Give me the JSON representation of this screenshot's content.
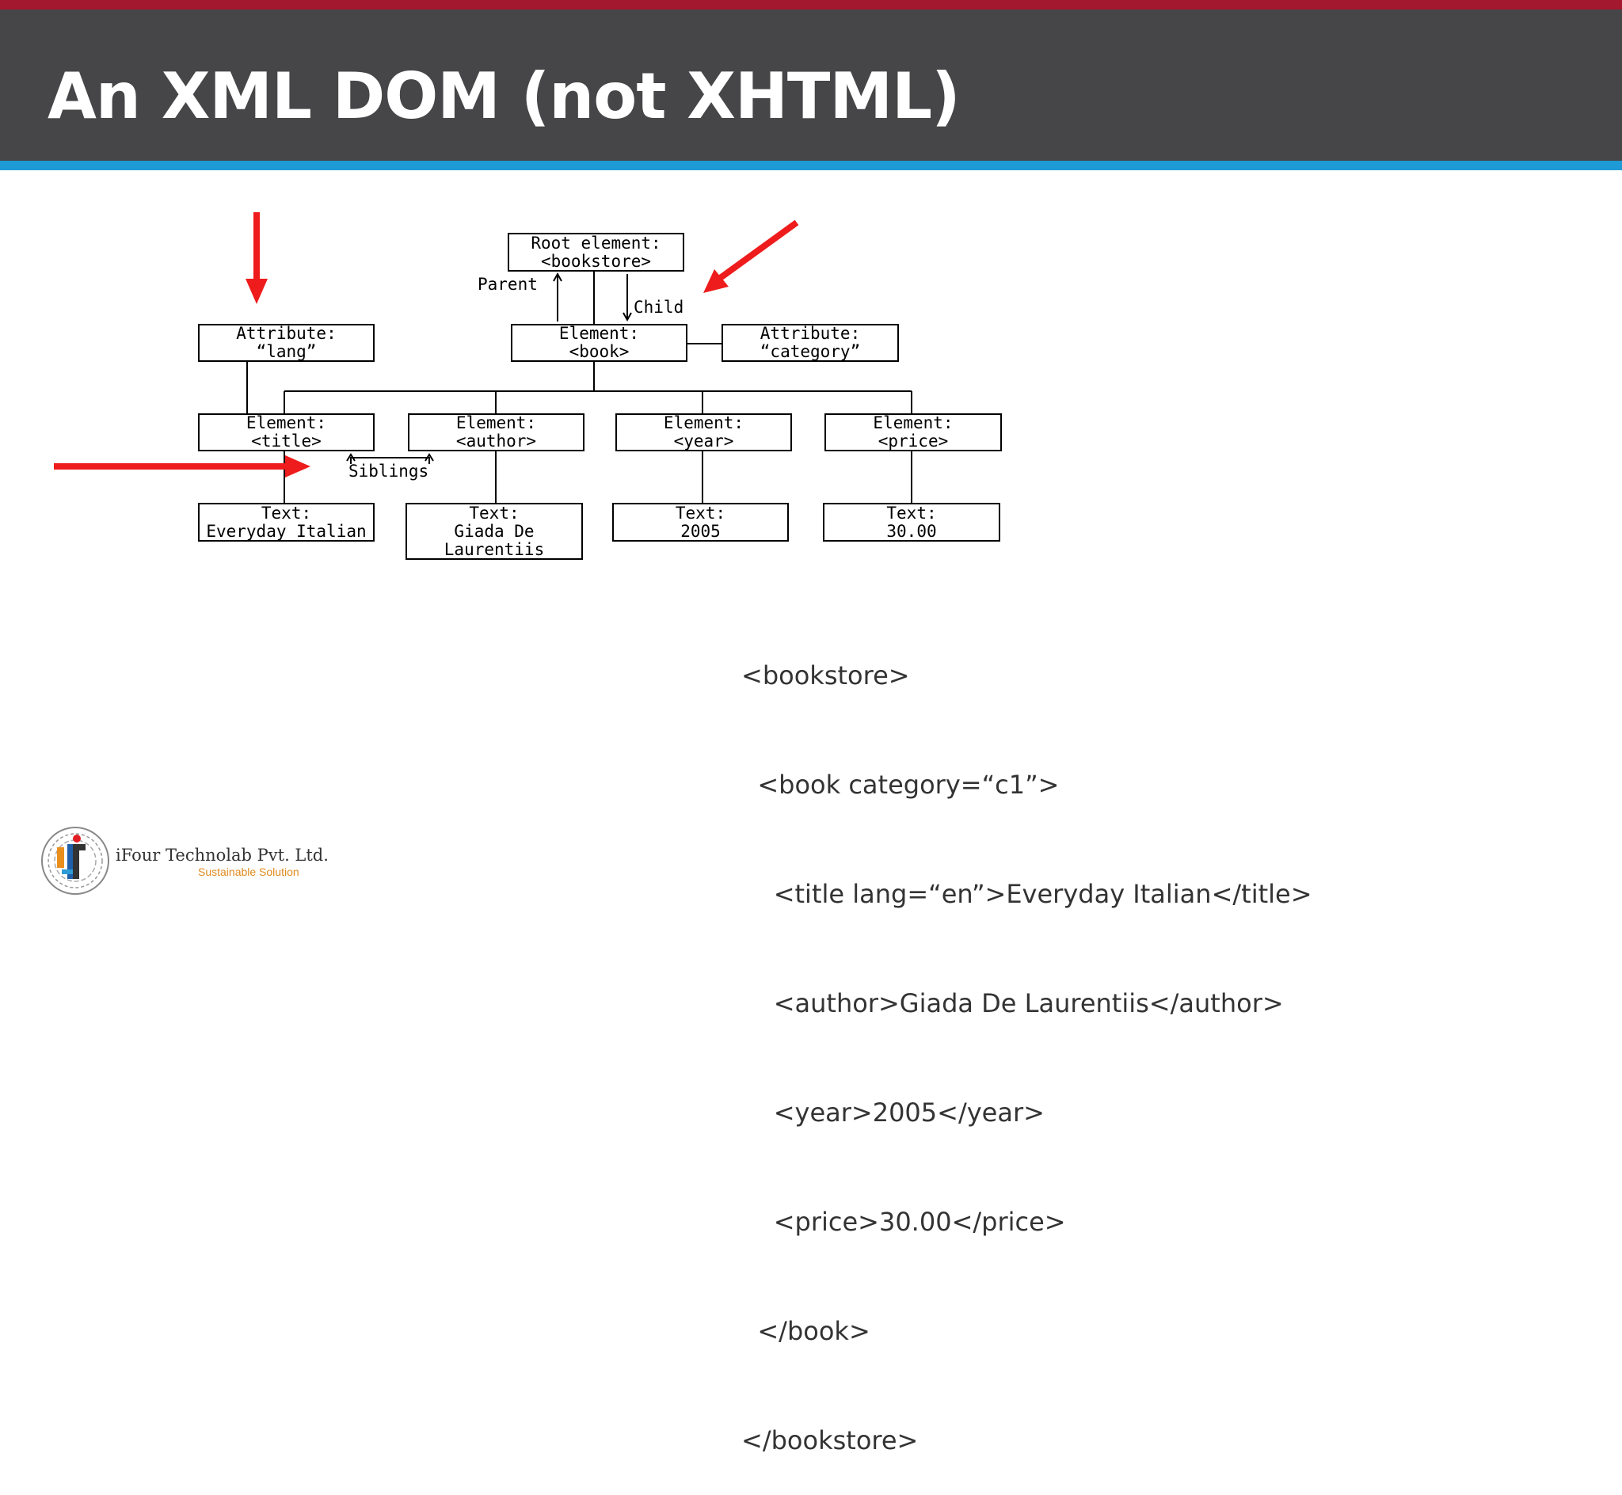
{
  "slide": {
    "title": "An XML DOM (not XHTML)"
  },
  "diagram": {
    "root": {
      "line1": "Root element:",
      "line2": "<bookstore>"
    },
    "book": {
      "line1": "Element:",
      "line2": "<book>"
    },
    "attr_category": {
      "line1": "Attribute:",
      "line2": "“category”"
    },
    "attr_lang": {
      "line1": "Attribute:",
      "line2": "“lang”"
    },
    "title_el": {
      "line1": "Element:",
      "line2": "<title>"
    },
    "author_el": {
      "line1": "Element:",
      "line2": "<author>"
    },
    "year_el": {
      "line1": "Element:",
      "line2": "<year>"
    },
    "price_el": {
      "line1": "Element:",
      "line2": "<price>"
    },
    "text_title": {
      "line1": "Text:",
      "line2": "Everyday Italian"
    },
    "text_author": {
      "line1": "Text:",
      "line2": "Giada De",
      "line3": "Laurentiis"
    },
    "text_year": {
      "line1": "Text:",
      "line2": "2005"
    },
    "text_price": {
      "line1": "Text:",
      "line2": "30.00"
    },
    "labels": {
      "parent": "Parent",
      "child": "Child",
      "siblings": "Siblings"
    },
    "arrow_color": "#ee1c1c"
  },
  "code": {
    "lines": [
      "<bookstore>",
      "  <book category=“c1”>",
      "    <title lang=“en”>Everyday Italian</title>",
      "    <author>Giada De Laurentiis</author>",
      "    <year>2005</year>",
      "    <price>30.00</price>",
      "  </book>",
      "</bookstore>"
    ]
  },
  "footer": {
    "company": "iFour Technolab Pvt. Ltd.",
    "tagline": "Sustainable Solution",
    "logo_icon": "ifour-logo-icon"
  }
}
